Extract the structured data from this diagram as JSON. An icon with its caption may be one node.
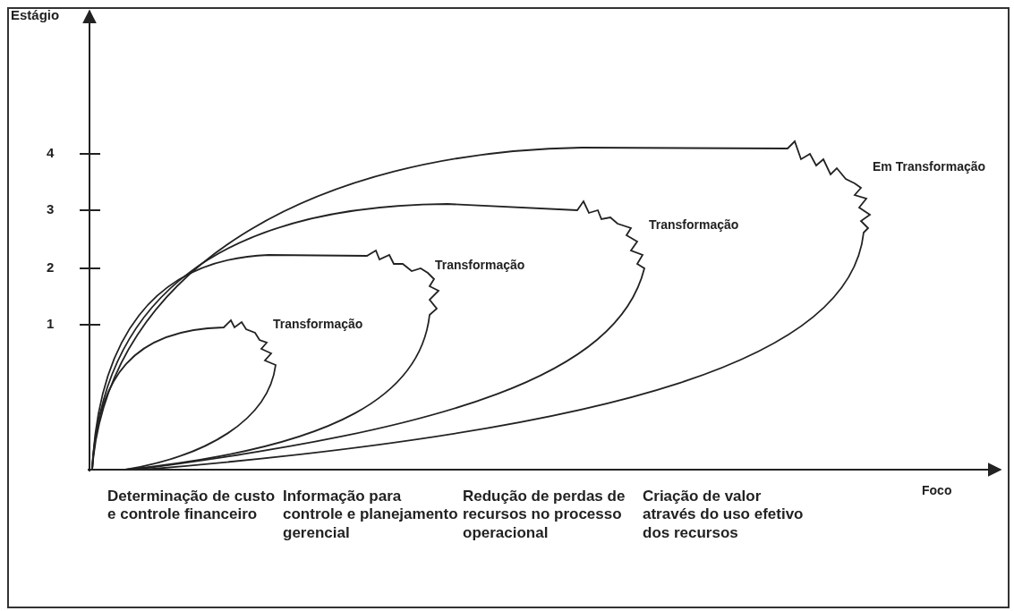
{
  "diagram": {
    "labels": [
      "Estágio",
      "4",
      "Em Transformação",
      "3",
      "Transformação",
      "2",
      "Transformação",
      "1",
      "Transformação",
      "Foco",
      "Determinação de custo e controle financeiro",
      "Informação para controle e planejamento gerencial",
      "Redução de perdas de recursos no processo operacional",
      "Criação de valor através do uso efetivo dos recursos"
    ]
  }
}
